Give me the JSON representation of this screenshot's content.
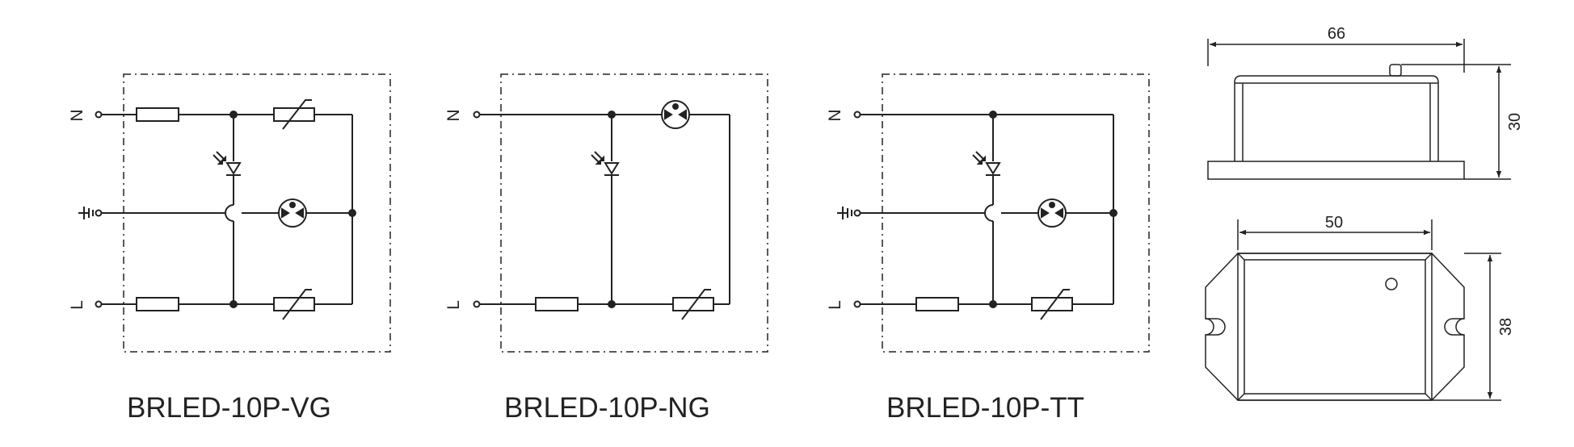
{
  "schematics": [
    {
      "model": "BRLED-10P-VG",
      "terminals": {
        "top": "N",
        "bottom": "L"
      },
      "has_ground": true,
      "gdt_position": "middle-line"
    },
    {
      "model": "BRLED-10P-NG",
      "terminals": {
        "top": "N",
        "bottom": "L"
      },
      "has_ground": false,
      "gdt_position": "top-line"
    },
    {
      "model": "BRLED-10P-TT",
      "terminals": {
        "top": "N",
        "bottom": "L"
      },
      "has_ground": true,
      "gdt_position": "middle-line"
    }
  ],
  "mechanical": {
    "side_view": {
      "width_label": "66",
      "height_label": "30"
    },
    "top_view": {
      "width_label": "50",
      "height_label": "38"
    }
  },
  "colors": {
    "line": "#222222",
    "background": "#ffffff"
  }
}
